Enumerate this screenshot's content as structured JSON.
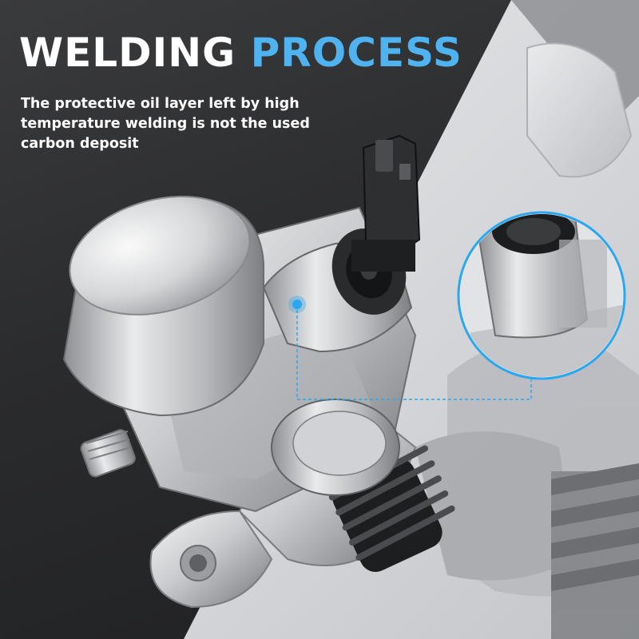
{
  "headline": {
    "word1": "WELDING",
    "word2": "PROCESS"
  },
  "subtext": {
    "line1": "The protective oil layer left by high",
    "line2": "temperature welding is not the used",
    "line3": "carbon deposit"
  },
  "colors": {
    "headline_white": "#ffffff",
    "headline_accent": "#4fb3ef",
    "callout_line": "#2aa7ee",
    "dark_background": "#2b2c2e",
    "light_background": "#dcdee1"
  },
  "icons": {
    "callout_marker": "blue-dot-marker"
  }
}
